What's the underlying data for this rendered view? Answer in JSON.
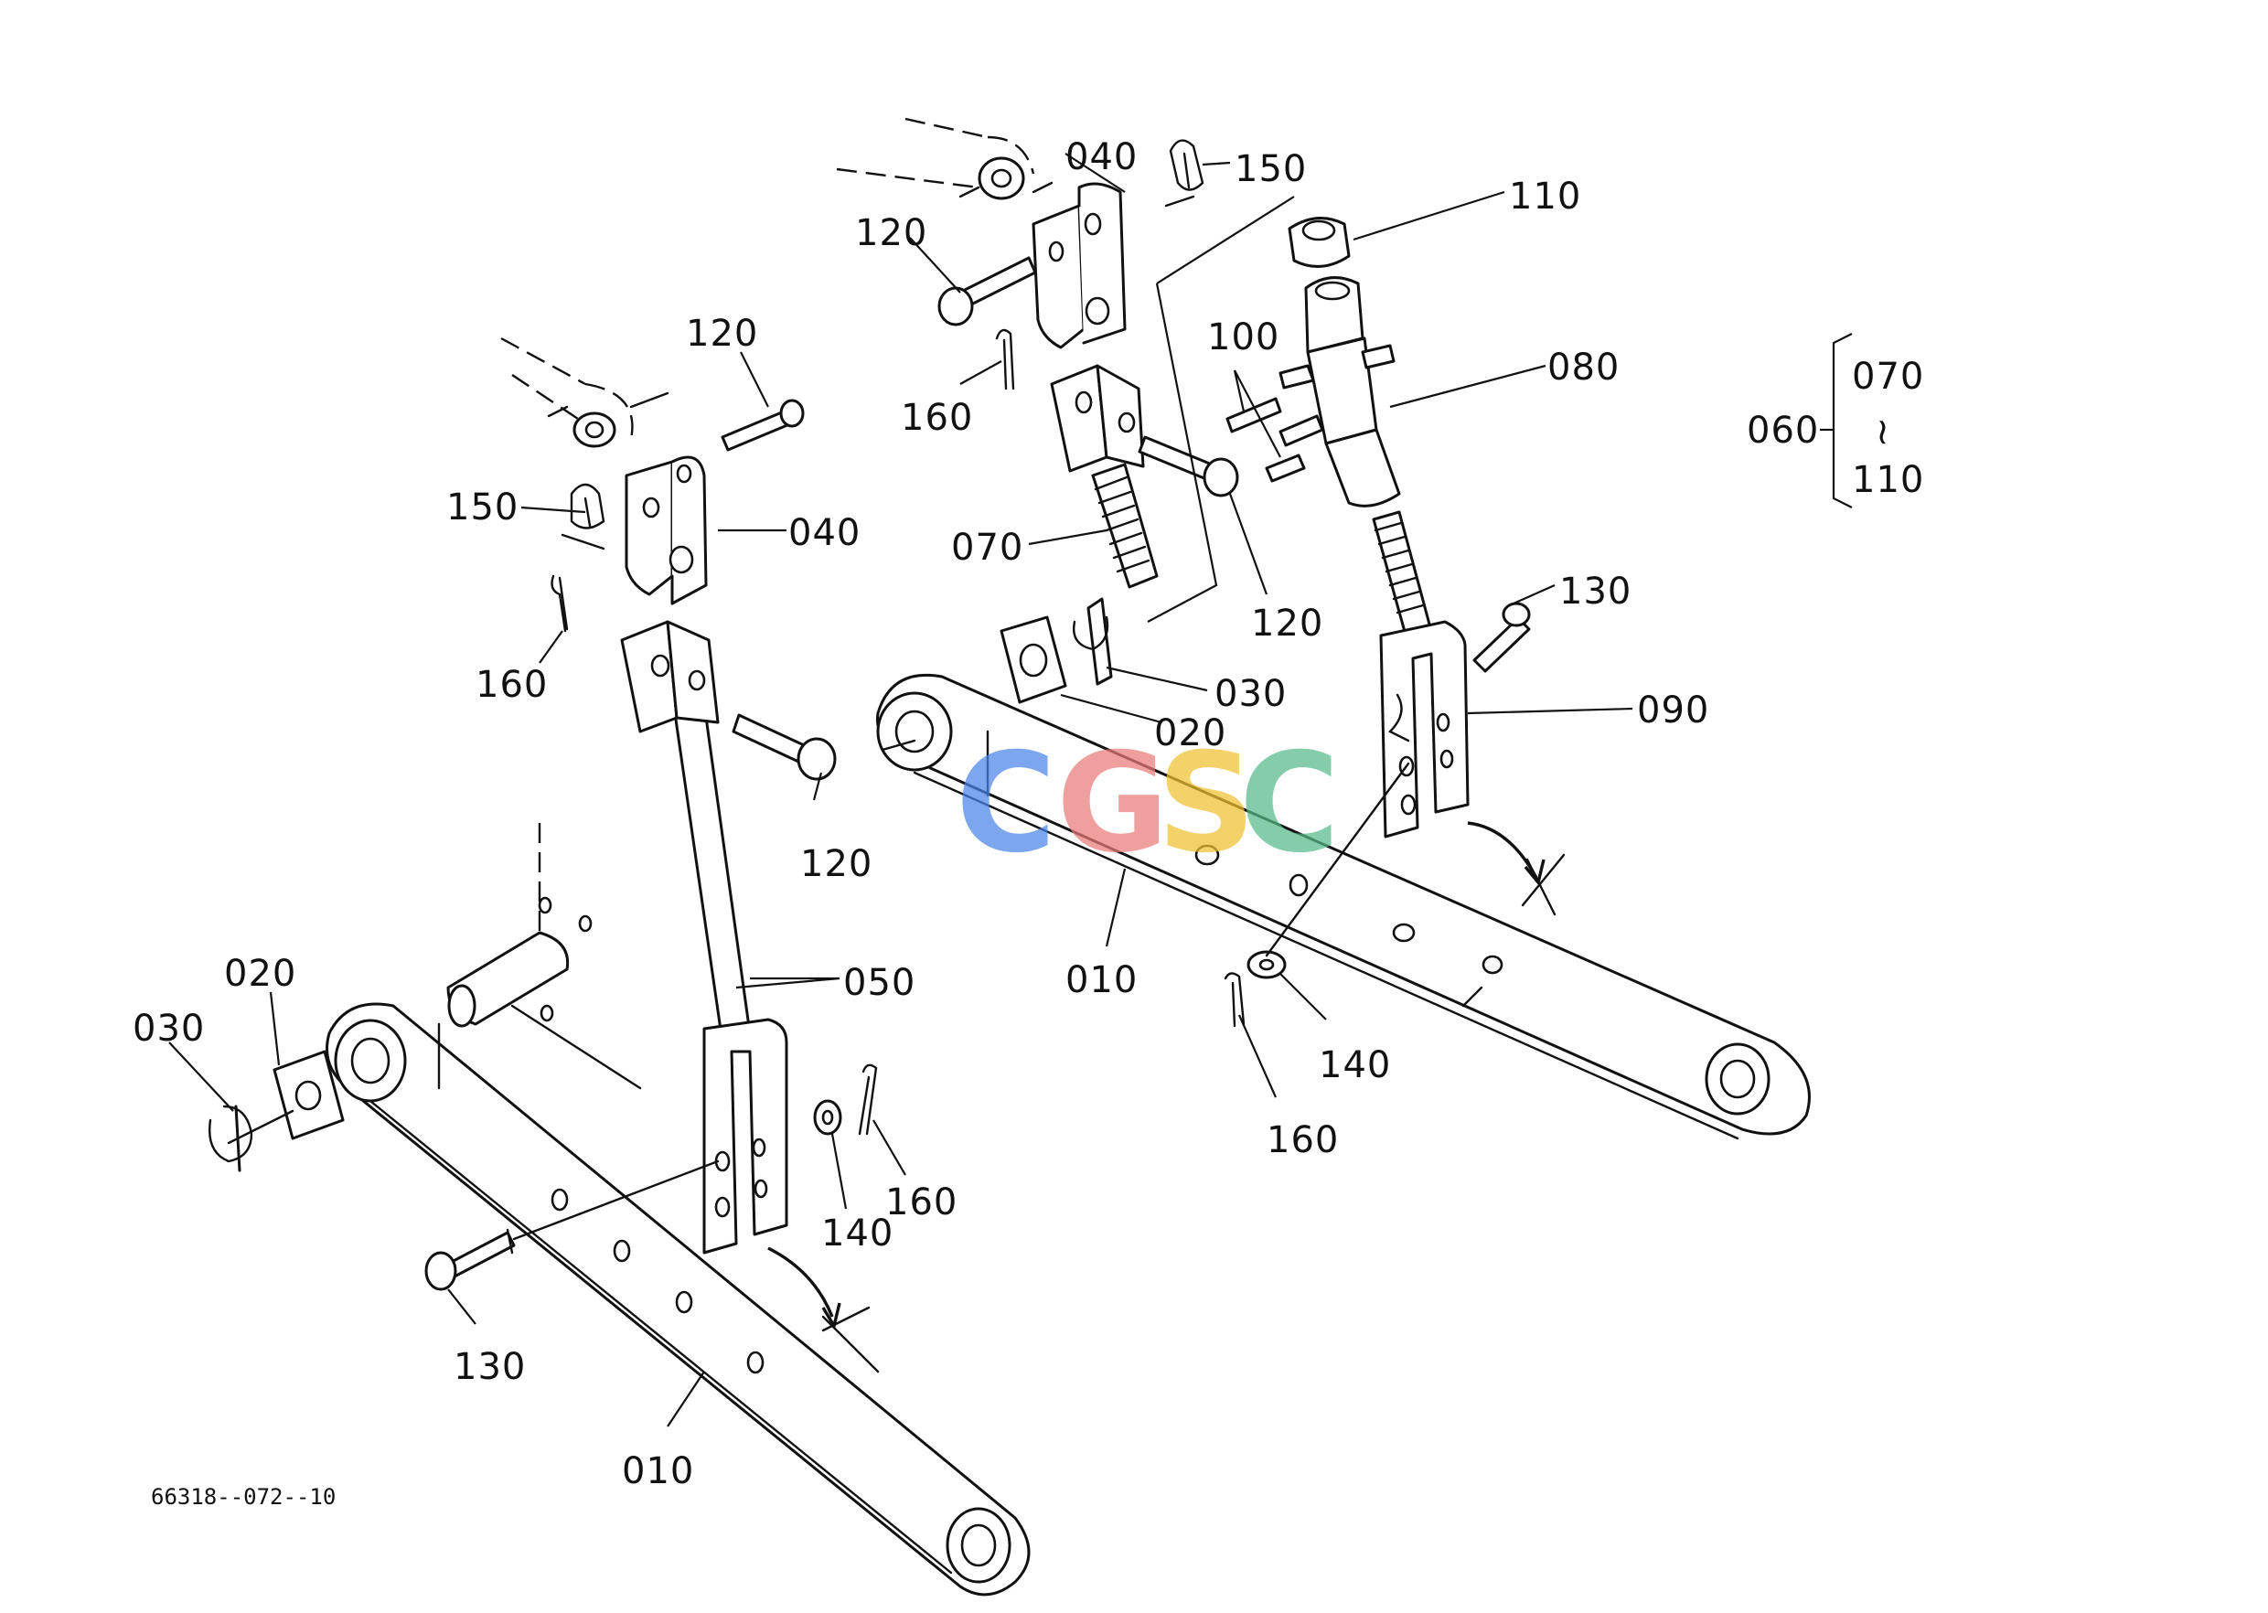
{
  "drawing_code": "66318--072--10",
  "watermark": {
    "letters": [
      "C",
      "G",
      "S",
      "C"
    ],
    "colors": [
      "#4a86e8",
      "#ea7b78",
      "#f1c232",
      "#57bb8a"
    ]
  },
  "callouts": {
    "left_010": "010",
    "left_020": "020",
    "left_030": "030",
    "left_040": "040",
    "left_050": "050",
    "left_120_top": "120",
    "left_120_bottom": "120",
    "left_130": "130",
    "left_140": "140",
    "left_150": "150",
    "left_160_top": "160",
    "left_160_bottom": "160",
    "right_010": "010",
    "right_020": "020",
    "right_030": "030",
    "right_040": "040",
    "right_070": "070",
    "right_080": "080",
    "right_090": "090",
    "right_100": "100",
    "right_110": "110",
    "right_120_top": "120",
    "right_120_mid": "120",
    "right_130": "130",
    "right_140": "140",
    "right_150": "150",
    "right_160_top": "160",
    "right_160_bottom": "160"
  },
  "assembly_key": {
    "parent": "060",
    "range_start": "070",
    "range_tilde": "~",
    "range_end": "110"
  }
}
